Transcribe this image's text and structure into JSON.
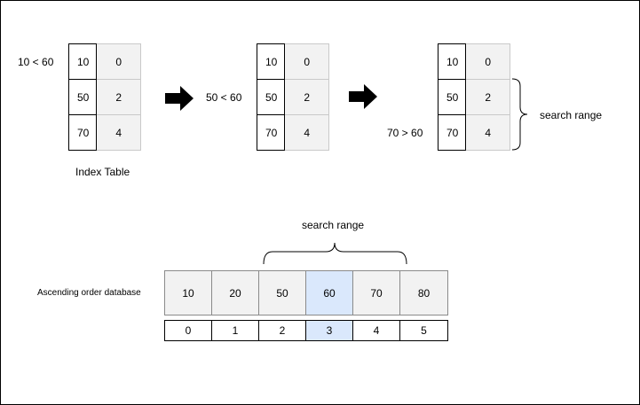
{
  "steps": [
    {
      "comparison": "10 < 60",
      "rows": [
        {
          "key": "10",
          "pos": "0"
        },
        {
          "key": "50",
          "pos": "2"
        },
        {
          "key": "70",
          "pos": "4"
        }
      ],
      "caption": "Index Table"
    },
    {
      "comparison": "50 < 60",
      "rows": [
        {
          "key": "10",
          "pos": "0"
        },
        {
          "key": "50",
          "pos": "2"
        },
        {
          "key": "70",
          "pos": "4"
        }
      ]
    },
    {
      "comparison": "70 > 60",
      "rows": [
        {
          "key": "10",
          "pos": "0"
        },
        {
          "key": "50",
          "pos": "2"
        },
        {
          "key": "70",
          "pos": "4"
        }
      ],
      "range_label": "search range"
    }
  ],
  "database": {
    "label": "Ascending order database",
    "range_label": "search range",
    "values": [
      "10",
      "20",
      "50",
      "60",
      "70",
      "80"
    ],
    "positions": [
      "0",
      "1",
      "2",
      "3",
      "4",
      "5"
    ],
    "highlight_index": 3,
    "highlight_color": "#dae8fc"
  },
  "colors": {
    "cell_fill": "#f2f2f2",
    "stroke": "#000000"
  }
}
